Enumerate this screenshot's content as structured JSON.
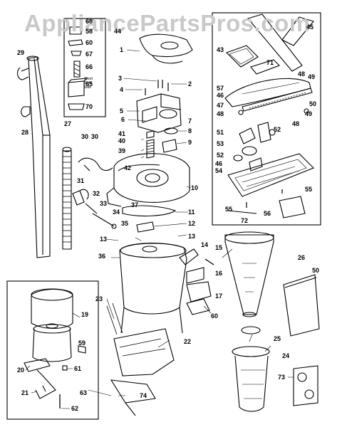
{
  "watermark": "AppliancePartsPros.com",
  "sub_note": [
    "Short",
    "Style",
    "Side"
  ],
  "callouts": {
    "c1": "1",
    "c2": "2",
    "c3": "3",
    "c4": "4",
    "c5": "5",
    "c6": "6",
    "c7": "7",
    "c8": "8",
    "c9": "9",
    "c10": "10",
    "c11": "11",
    "c12": "12",
    "c13a": "13",
    "c13b": "13",
    "c14": "14",
    "c15": "15",
    "c16": "16",
    "c17": "17",
    "c19": "19",
    "c20": "20",
    "c21": "21",
    "c22": "22",
    "c23": "23",
    "c24": "24",
    "c25": "25",
    "c26": "26",
    "c27": "27",
    "c28": "28",
    "c29": "29",
    "c30a": "30",
    "c30b": "30",
    "c31": "31",
    "c32": "32",
    "c33": "33",
    "c34": "34",
    "c35": "35",
    "c36": "36",
    "c37": "37",
    "c39": "39",
    "c40": "40",
    "c41": "41",
    "c42": "42",
    "c43": "43",
    "c44": "44",
    "c45": "45",
    "c46a": "46",
    "c46b": "46",
    "c47": "47",
    "c48a": "48",
    "c48b": "48",
    "c48c": "48",
    "c49a": "49",
    "c49b": "49",
    "c50": "50",
    "c50b": "50",
    "c51": "51",
    "c52a": "52",
    "c52b": "52",
    "c53": "53",
    "c54": "54",
    "c55a": "55",
    "c55b": "55",
    "c56": "56",
    "c57": "57",
    "c58": "58",
    "c59": "59",
    "c60": "60",
    "c60b": "60",
    "c61": "61",
    "c62": "62",
    "c63": "63",
    "c65": "65",
    "c66": "66",
    "c67": "67",
    "c68": "68",
    "c70": "70",
    "c71": "71",
    "c72": "72",
    "c73": "73",
    "c74": "74"
  }
}
